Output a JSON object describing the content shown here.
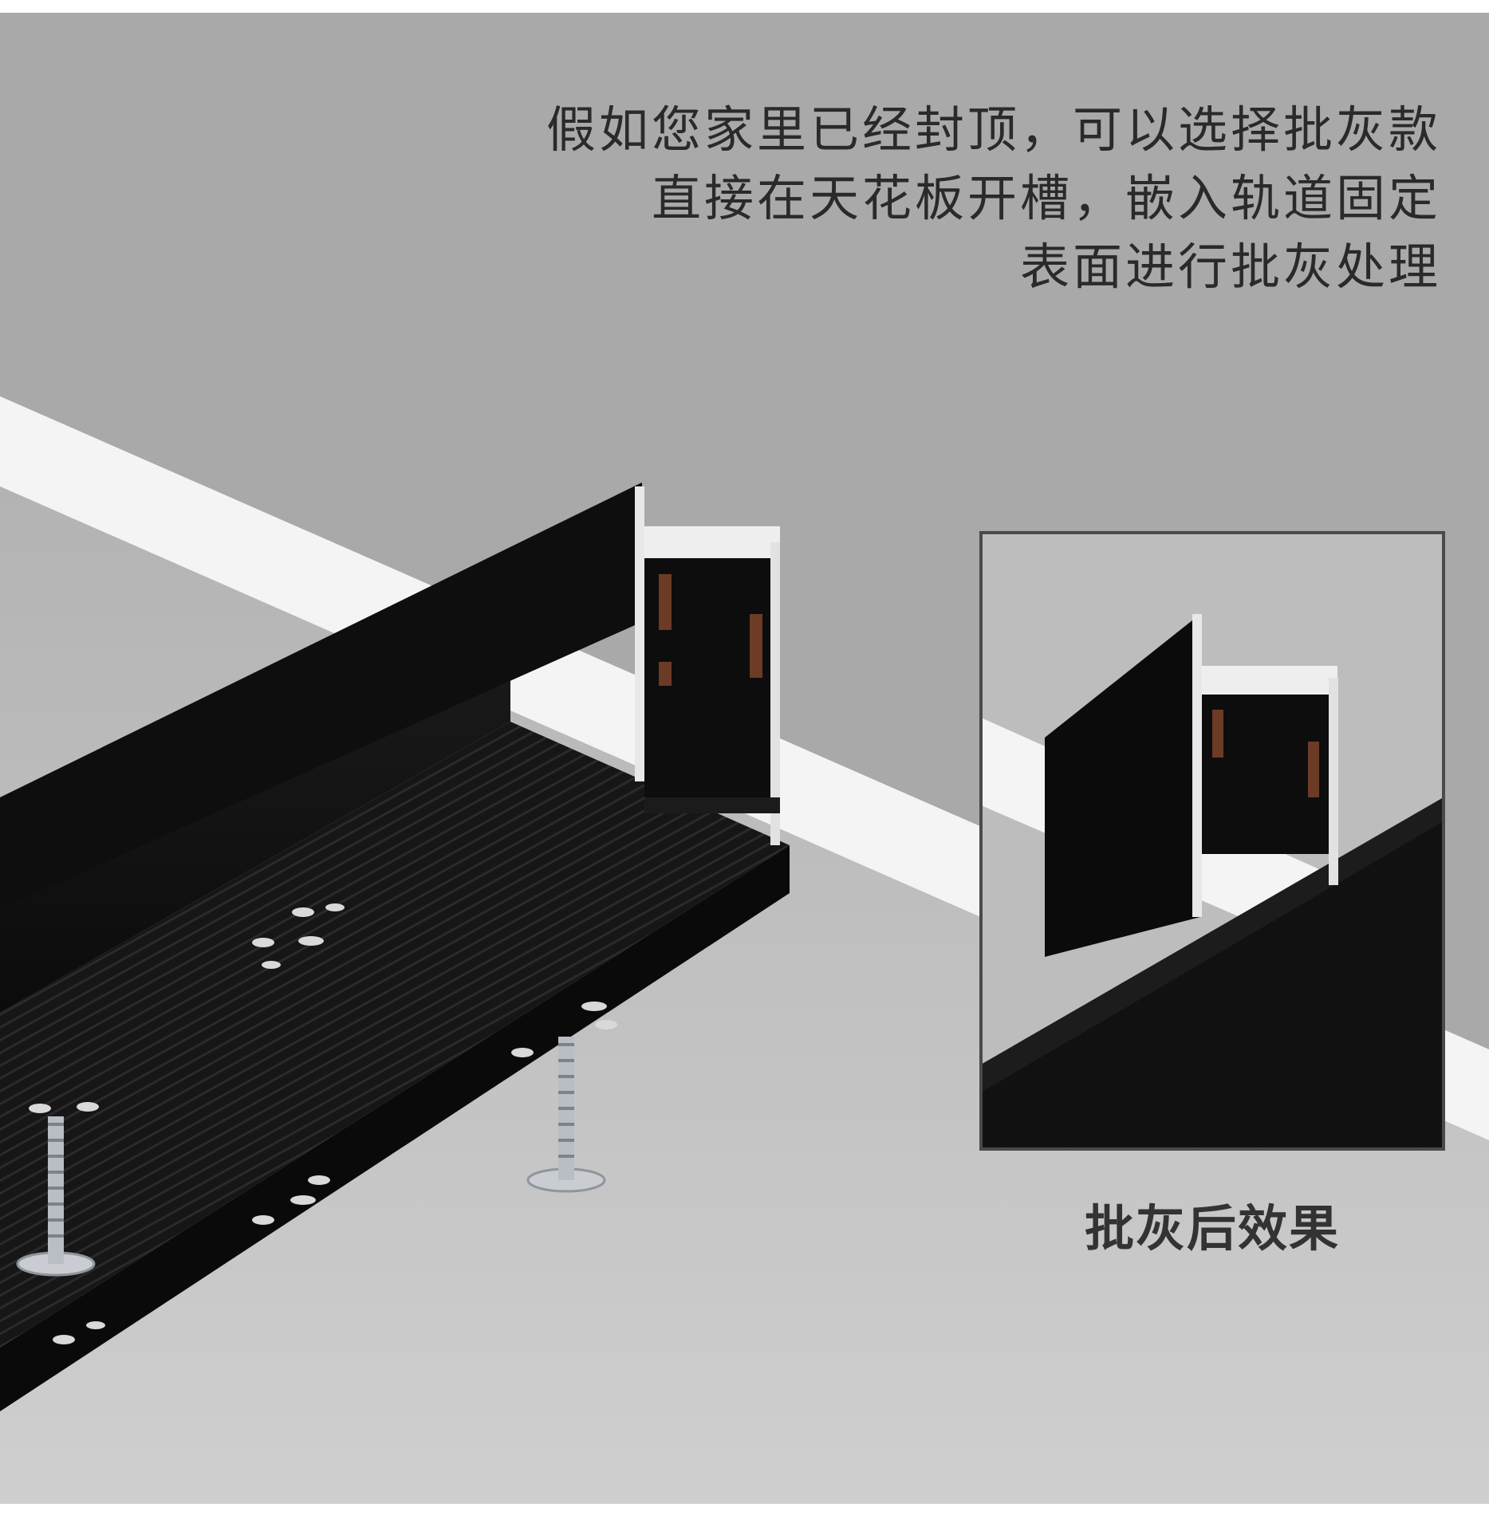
{
  "headline": {
    "line1": "假如您家里已经封顶，可以选择批灰款",
    "line2": "直接在天花板开槽，嵌入轨道固定",
    "line3": "表面进行批灰处理"
  },
  "inset": {
    "caption": "批灰后效果"
  },
  "colors": {
    "ceiling_gray": "#a9a9a9",
    "lower_gray": "#bdbdbd",
    "plaster_white": "#f4f4f4",
    "track_black": "#121212",
    "text_dark": "#2a2a2a",
    "inset_frame": "#4a4a4a"
  },
  "icons": {
    "screw": "screw-icon"
  }
}
